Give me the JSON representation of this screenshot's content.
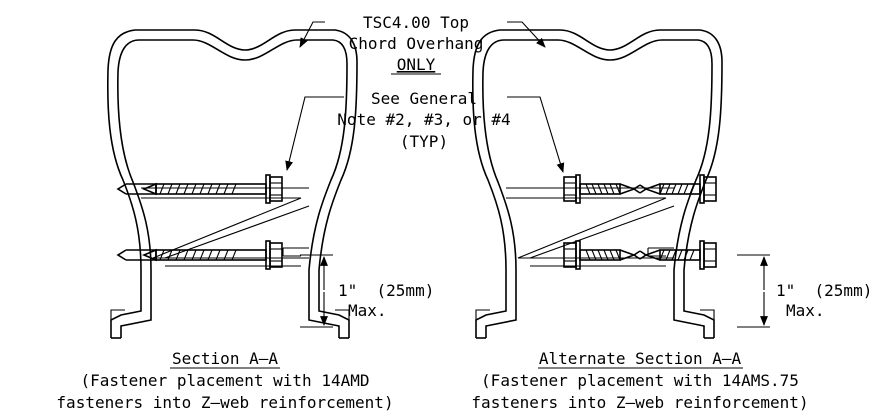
{
  "callouts": {
    "overhang": [
      "TSC4.00 Top",
      "Chord Overhang",
      "ONLY"
    ],
    "note": [
      "See General",
      "Note #2, #3, or #4",
      "(TYP)"
    ]
  },
  "dimensions": {
    "left": [
      "1\"  (25mm)",
      "Max."
    ],
    "right": [
      "1\"  (25mm)",
      "Max."
    ]
  },
  "captions": {
    "left": [
      "Section A–A",
      "(Fastener placement with 14AMD",
      "fasteners into Z–web reinforcement)"
    ],
    "right": [
      "Alternate Section A–A",
      "(Fastener placement with 14AMS.75",
      "fasteners into Z–web reinforcement)"
    ]
  },
  "colors": {
    "ink": "#000000",
    "paper": "#ffffff"
  }
}
